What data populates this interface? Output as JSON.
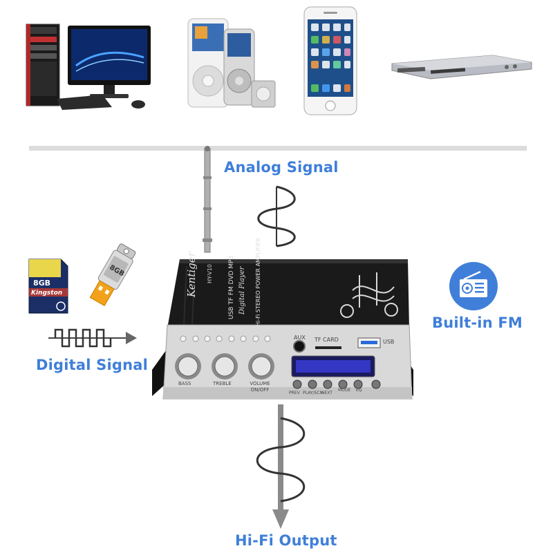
{
  "labels": {
    "analog": "Analog Signal",
    "digital": "Digital Signal",
    "fm": "Built-in FM",
    "output": "Hi-Fi Output"
  },
  "amplifier": {
    "brand": "Kentiger",
    "model": "HY-V10",
    "line1": "USB TF FM DVD MP3",
    "line2": "Digital Player",
    "line3": "Hi-Fi STEREO POWER AMPLIFIER",
    "aux": "AUX",
    "tf_card": "TF CARD",
    "usb": "USB",
    "knobs": [
      "BASS",
      "TREBLE",
      "VOLUME ON/OFF"
    ],
    "buttons": [
      "PREV",
      "PLAY/SCN",
      "NEXT",
      "MODE",
      "EQ"
    ],
    "sd_card": {
      "capacity": "8GB",
      "brand": "Kingston"
    },
    "usb_stick": "8GB"
  },
  "colors": {
    "accent": "#3f7fd9",
    "divider": "#d9d9d9",
    "signal_line": "#333333",
    "arrow": "#888888"
  }
}
